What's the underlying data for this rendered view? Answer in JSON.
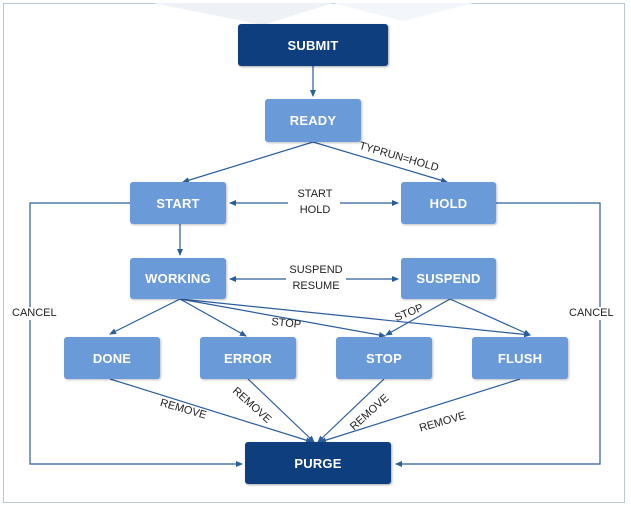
{
  "colors": {
    "state": "#6a9ad8",
    "terminal": "#0f3e7e",
    "edge": "#2a5d9e",
    "frame": "#b9c7d6"
  },
  "nodes": {
    "submit": "SUBMIT",
    "ready": "READY",
    "start": "START",
    "hold": "HOLD",
    "working": "WORKING",
    "suspend": "SUSPEND",
    "done": "DONE",
    "error": "ERROR",
    "stop": "STOP",
    "flush": "FLUSH",
    "purge": "PURGE"
  },
  "edge_labels": {
    "typrun_hold": "TYPRUN=HOLD",
    "start_hold_1": "START",
    "start_hold_2": "HOLD",
    "suspend_resume_1": "SUSPEND",
    "suspend_resume_2": "RESUME",
    "stop_working": "STOP",
    "stop_suspend": "STOP",
    "cancel_left": "CANCEL",
    "cancel_right": "CANCEL",
    "remove_done": "REMOVE",
    "remove_error": "REMOVE",
    "remove_stop": "REMOVE",
    "remove_flush": "REMOVE"
  }
}
